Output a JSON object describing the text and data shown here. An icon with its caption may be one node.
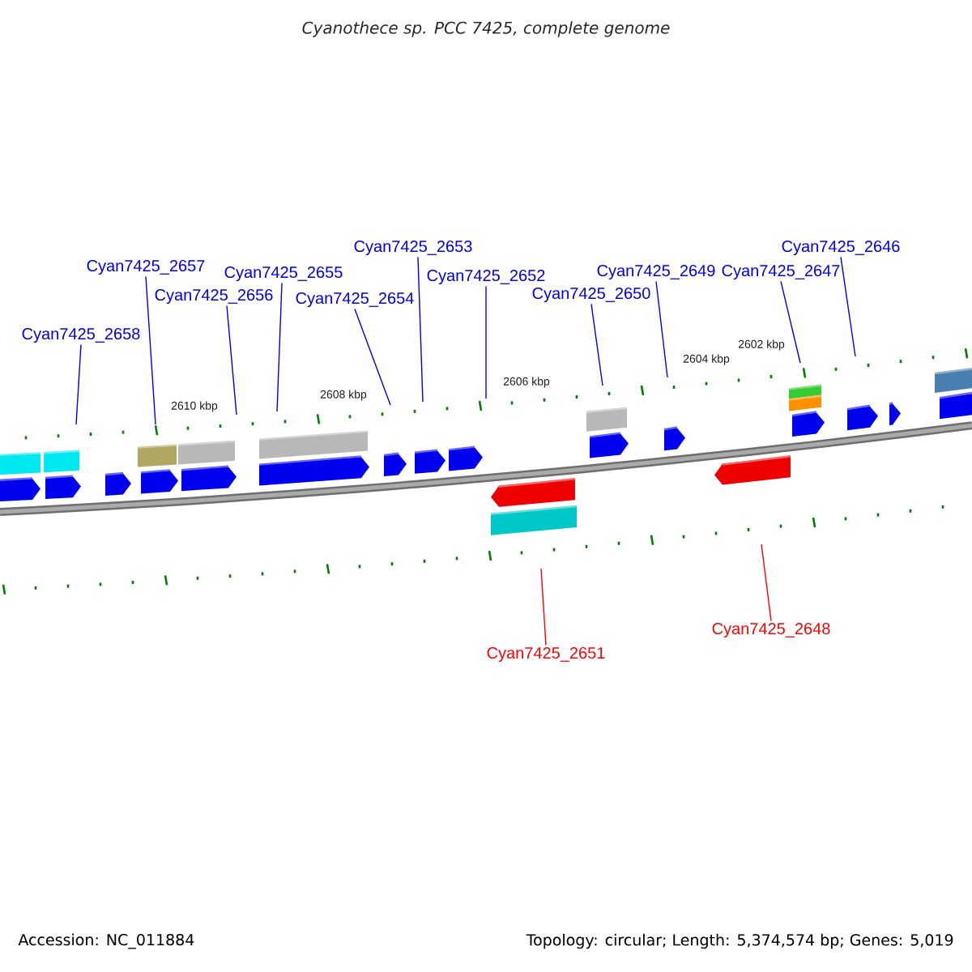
{
  "diagram": {
    "title": "*Cyanothece sp.* PCC 7425, complete genome",
    "nodes": [
      {
        "text": [
          "Cyan7425_2653"
        ]
      },
      {
        "text": [
          "Cyan7425_2646"
        ]
      },
      {
        "text": [
          "Cyan7425_2657"
        ]
      },
      {
        "text": [
          "Cyan7425_2649"
        ]
      },
      {
        "text": [
          "Cyan7425_2647"
        ]
      },
      {
        "text": [
          "Cyan7425_2655"
        ]
      },
      {
        "text": [
          "Cyan7425_2652"
        ]
      },
      {
        "text": [
          "Cyan7425_2650"
        ]
      },
      {
        "text": [
          "Cyan7425_2656"
        ]
      },
      {
        "text": [
          "Cyan7425_2654"
        ]
      },
      {
        "text": [
          "Cyan7425_2658"
        ]
      },
      {
        "text": [
          "Cyan7425_2648"
        ]
      },
      {
        "text": [
          "Cyan7425_2651"
        ]
      }
    ],
    "edges": [
      {
        "from": 0,
        "to": null,
        "arrow": "none"
      },
      {
        "from": 1,
        "to": null,
        "arrow": "none"
      },
      {
        "from": 2,
        "to": null,
        "arrow": "none"
      },
      {
        "from": 3,
        "to": null,
        "arrow": "none"
      },
      {
        "from": 4,
        "to": null,
        "arrow": "none"
      },
      {
        "from": 5,
        "to": null,
        "arrow": "none"
      },
      {
        "from": 6,
        "to": null,
        "arrow": "none"
      },
      {
        "from": 7,
        "to": null,
        "arrow": "none"
      },
      {
        "from": 8,
        "to": null,
        "arrow": "none"
      },
      {
        "from": 9,
        "to": null,
        "arrow": "none"
      },
      {
        "from": 10,
        "to": null,
        "arrow": "none"
      },
      {
        "from": 11,
        "to": null,
        "arrow": "none",
        "color": "#ff0000"
      },
      {
        "from": 12,
        "to": null,
        "arrow": "none",
        "color": "#ff0000"
      }
    ],
    "labels": [
      "2610 kbp",
      "2608 kbp",
      "2606 kbp",
      "2604 kbp",
      "2602 kbp",
      "Accession: NC_011884",
      "Topology: circular; Length: 5,374,574 bp; Genes: 5,019"
    ]
  }
}
